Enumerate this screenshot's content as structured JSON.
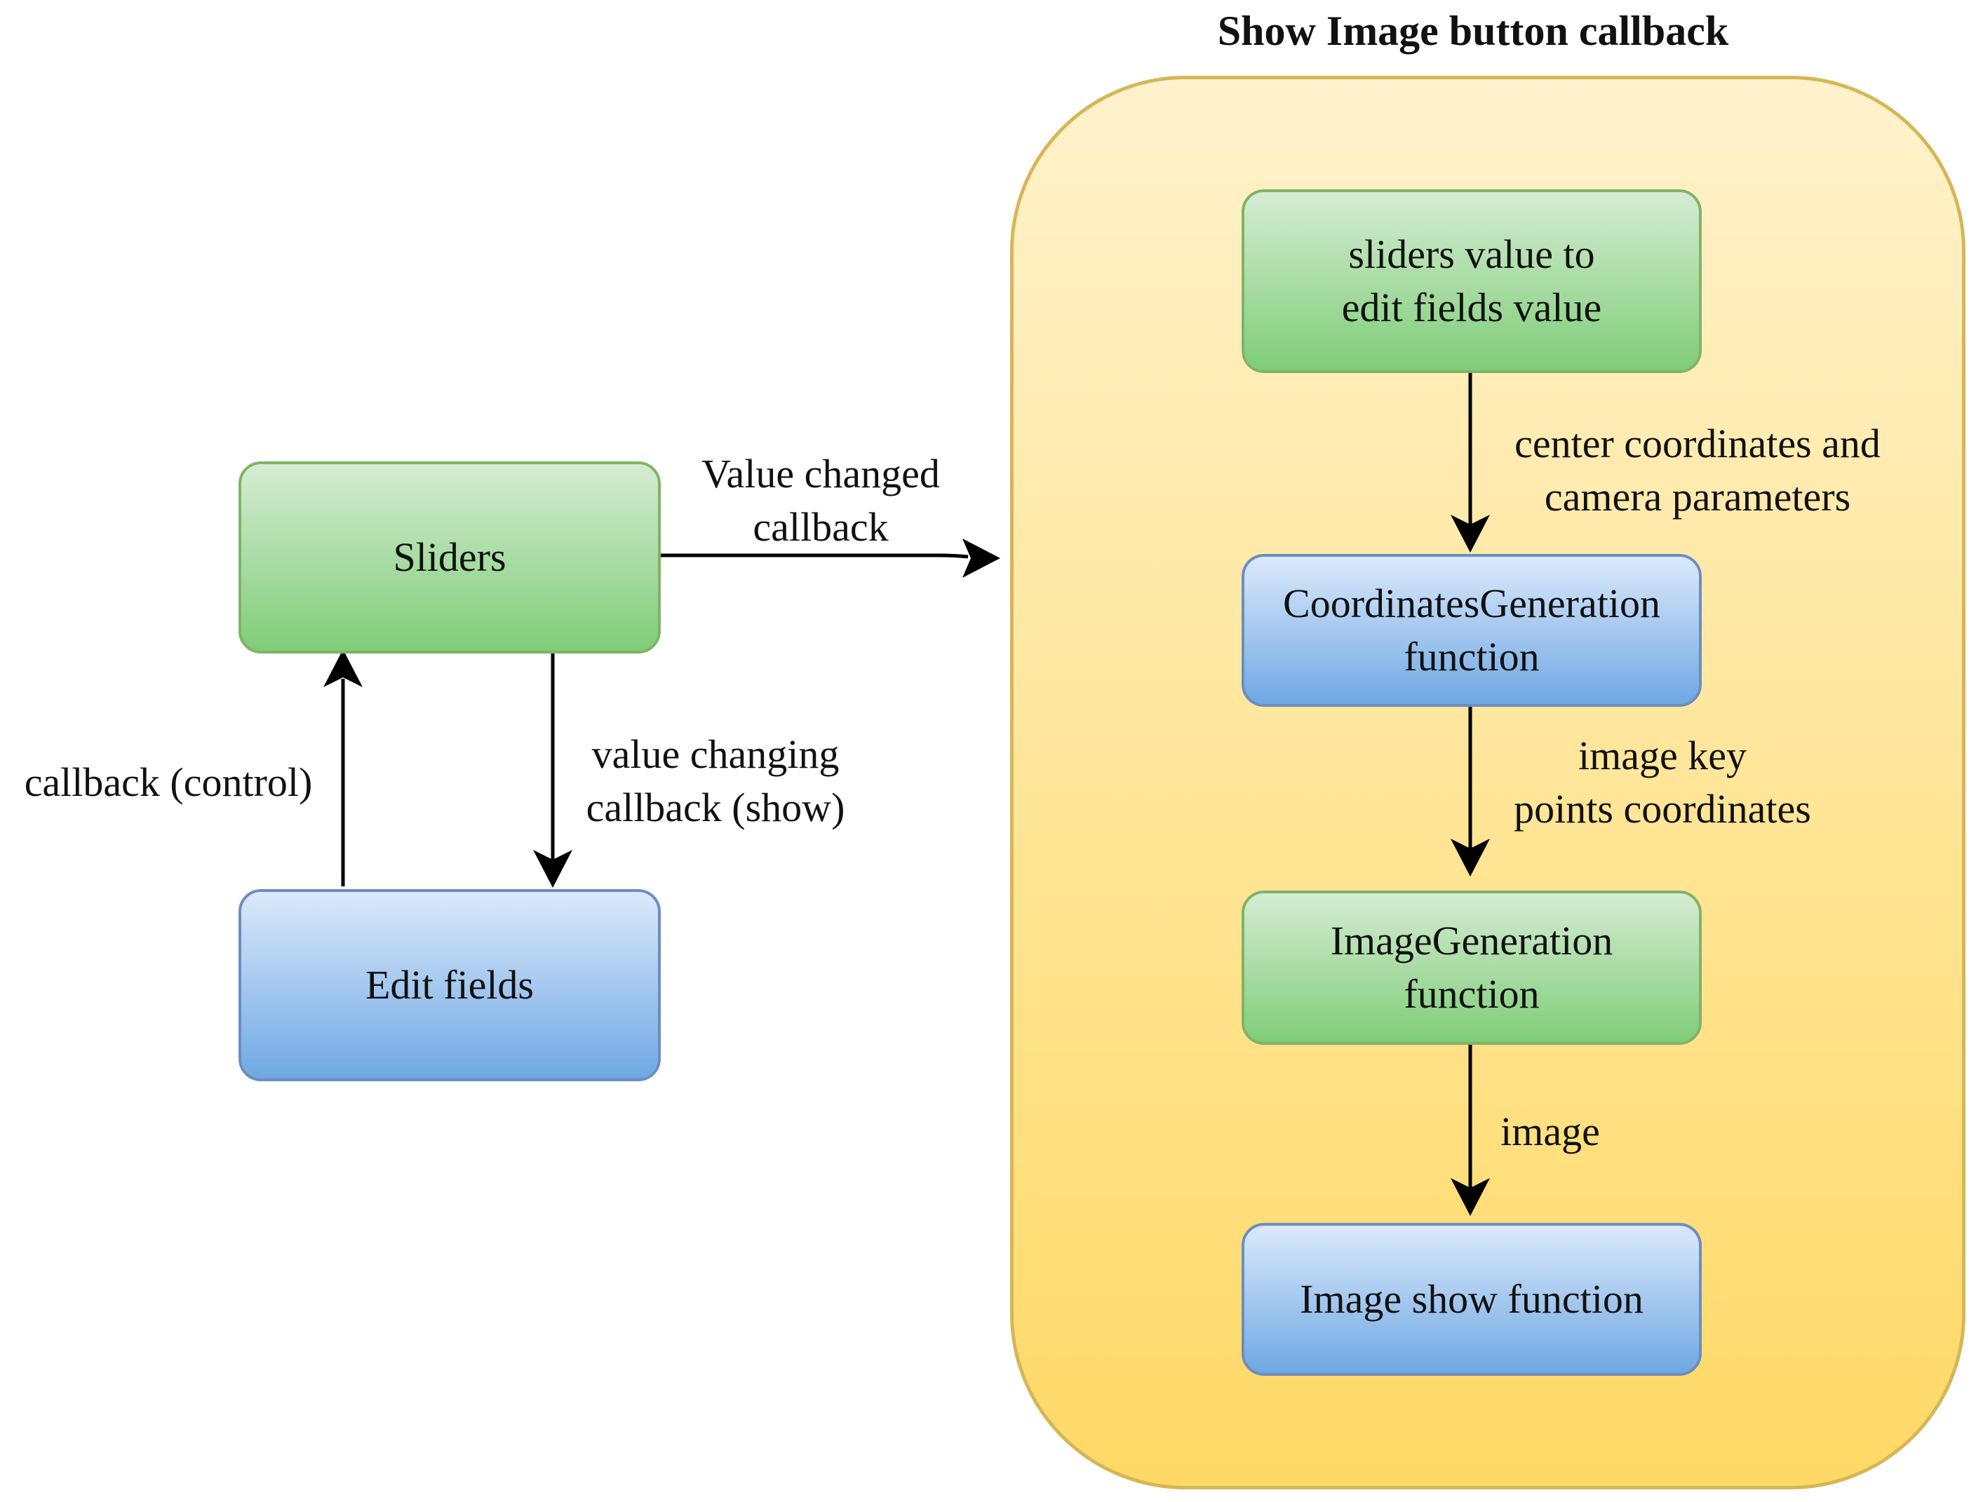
{
  "container_title": "Show Image button callback",
  "nodes": {
    "sliders": "Sliders",
    "edit_fields": "Edit fields",
    "sliders_to_edit": "sliders value to\nedit fields value",
    "coord_gen": "CoordinatesGeneration\nfunction",
    "image_gen": "ImageGeneration\nfunction",
    "image_show": "Image show function"
  },
  "edges": {
    "value_changed": "Value changed\ncallback",
    "callback_control": "callback (control)",
    "value_changing": "value changing\ncallback (show)",
    "center_coords": "center coordinates and\ncamera parameters",
    "key_points": "image key\npoints coordinates",
    "image": "image"
  },
  "colors": {
    "green_fill": "#7fcd78",
    "green_border": "#82b366",
    "blue_fill": "#6fa8e3",
    "blue_border": "#6c8ebf",
    "container_fill": "#ffd966",
    "container_border": "#d6b656"
  }
}
